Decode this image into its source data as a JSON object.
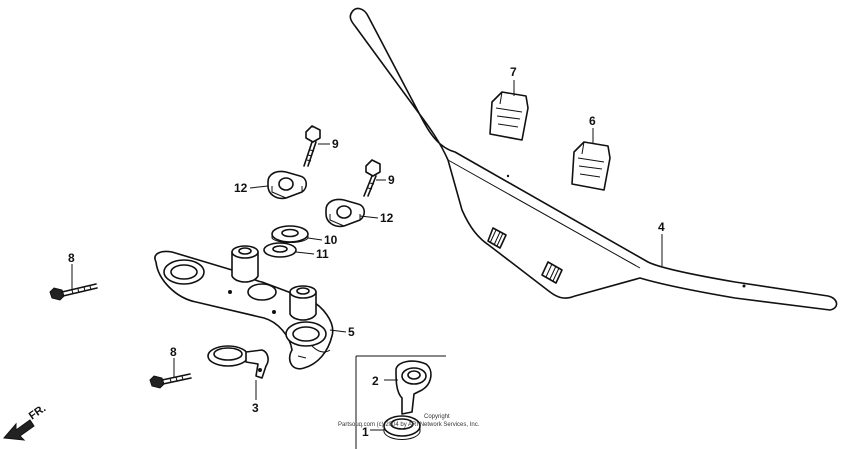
{
  "callouts": {
    "c1": "1",
    "c2": "2",
    "c3": "3",
    "c4": "4",
    "c5": "5",
    "c6": "6",
    "c7": "7",
    "c8a": "8",
    "c8b": "8",
    "c9a": "9",
    "c9b": "9",
    "c10": "10",
    "c11": "11",
    "c12a": "12",
    "c12b": "12"
  },
  "front_indicator": "FR.",
  "copyright": {
    "line1": "Copyright",
    "line2": "Partsouq.com (c) 2004 by ARI Network Services, Inc."
  }
}
